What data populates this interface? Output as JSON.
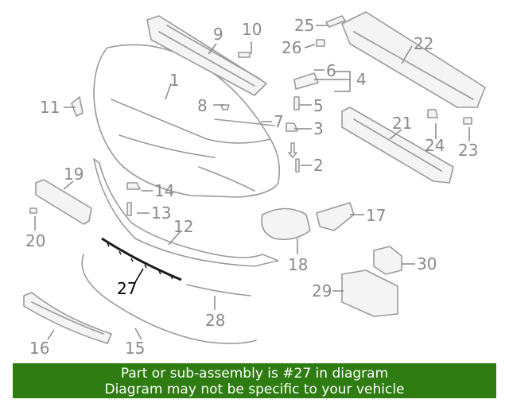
{
  "diagram": {
    "highlight_part": "27",
    "callouts": [
      "1",
      "2",
      "3",
      "4",
      "5",
      "6",
      "7",
      "8",
      "9",
      "10",
      "11",
      "12",
      "13",
      "14",
      "15",
      "16",
      "17",
      "18",
      "19",
      "20",
      "21",
      "22",
      "23",
      "24",
      "25",
      "26",
      "27",
      "28",
      "29",
      "30"
    ]
  },
  "footer": {
    "line1": "Part or sub-assembly is #27 in diagram",
    "line2": "Diagram may not be specific to your vehicle",
    "background": "#2f7d12"
  }
}
